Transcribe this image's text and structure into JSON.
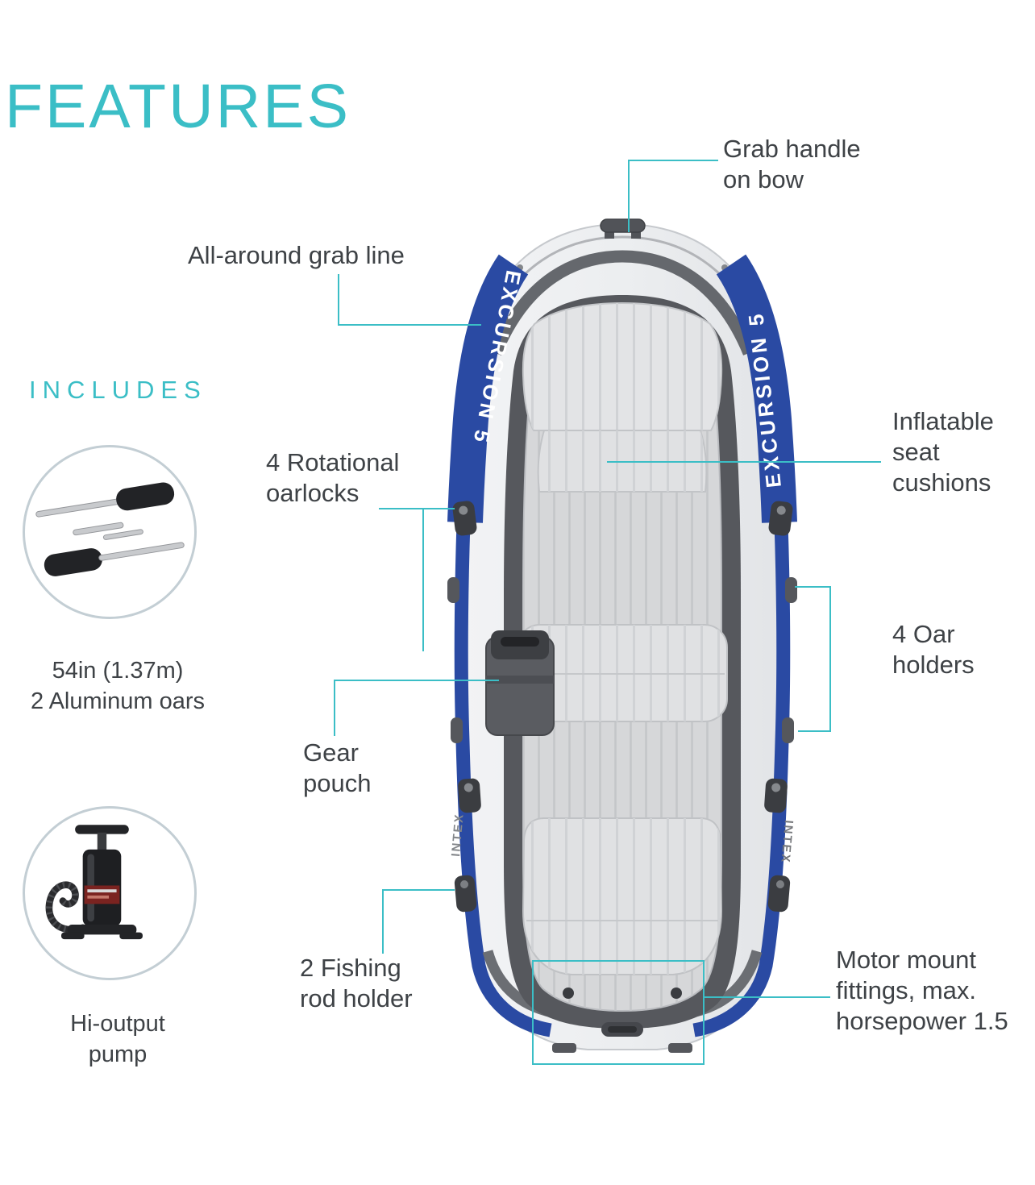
{
  "colors": {
    "accent": "#3bbec6",
    "label_text": "#3e4246",
    "boat_blue": "#2a4aa3",
    "boat_charcoal": "#56585d"
  },
  "title": "FEATURES",
  "includes": {
    "heading": "INCLUDES",
    "oars": {
      "icon": "oars-icon",
      "caption": "54in (1.37m)\n2 Aluminum oars"
    },
    "pump": {
      "icon": "pump-icon",
      "caption": "Hi-output\npump"
    }
  },
  "callouts": {
    "grab_handle": "Grab handle\non bow",
    "grab_line": "All-around grab line",
    "oarlocks": "4 Rotational\noarlocks",
    "seat_cushions": "Inflatable\nseat\ncushions",
    "oar_holders": "4 Oar\nholders",
    "gear_pouch": "Gear\npouch",
    "fishing_rod": "2 Fishing\nrod holder",
    "motor_mount": "Motor mount\nfittings, max.\nhorsepower 1.5"
  },
  "boat": {
    "side_text_left": "EXCURSION 5",
    "side_text_right": "EXCURSION 5",
    "logo_left": "INTEX",
    "logo_right": "INTEX"
  }
}
